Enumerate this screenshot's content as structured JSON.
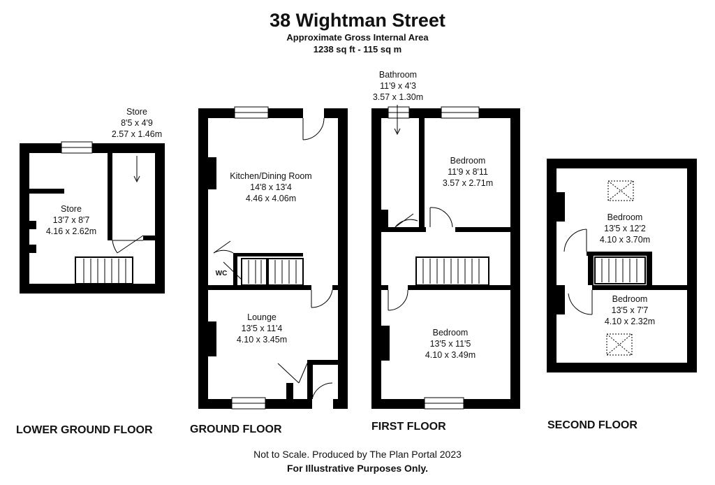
{
  "header": {
    "title": "38 Wightman Street",
    "subtitle": "Approximate Gross Internal Area",
    "area": "1238 sq ft - 115 sq m"
  },
  "rooms": {
    "store_small": {
      "name": "Store",
      "imperial": "8'5 x 4'9",
      "metric": "2.57 x 1.46m"
    },
    "store_main": {
      "name": "Store",
      "imperial": "13'7 x 8'7",
      "metric": "4.16 x 2.62m"
    },
    "kitchen": {
      "name": "Kitchen/Dining Room",
      "imperial": "14'8 x 13'4",
      "metric": "4.46 x 4.06m"
    },
    "wc": {
      "name": "WC"
    },
    "lounge": {
      "name": "Lounge",
      "imperial": "13'5 x 11'4",
      "metric": "4.10 x 3.45m"
    },
    "bathroom": {
      "name": "Bathroom",
      "imperial": "11'9 x 4'3",
      "metric": "3.57 x 1.30m"
    },
    "bedroom_ff_small": {
      "name": "Bedroom",
      "imperial": "11'9 x 8'11",
      "metric": "3.57 x 2.71m"
    },
    "bedroom_ff_large": {
      "name": "Bedroom",
      "imperial": "13'5 x 11'5",
      "metric": "4.10 x 3.49m"
    },
    "bedroom_sf_top": {
      "name": "Bedroom",
      "imperial": "13'5 x 12'2",
      "metric": "4.10 x 3.70m"
    },
    "bedroom_sf_bottom": {
      "name": "Bedroom",
      "imperial": "13'5 x 7'7",
      "metric": "4.10 x 2.32m"
    }
  },
  "floors": {
    "lower_ground": "LOWER GROUND FLOOR",
    "ground": "GROUND FLOOR",
    "first": "FIRST FLOOR",
    "second": "SECOND FLOOR"
  },
  "footer": {
    "note": "Not to Scale. Produced by The Plan Portal 2023",
    "disclaimer": "For Illustrative Purposes Only."
  }
}
